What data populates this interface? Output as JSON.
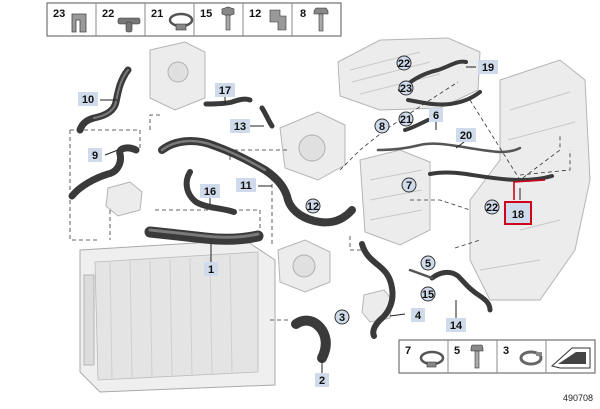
{
  "legend_top": {
    "items": [
      {
        "number": "23",
        "icon": "clip-icon"
      },
      {
        "number": "22",
        "icon": "t-connector-icon"
      },
      {
        "number": "21",
        "icon": "hose-clamp-icon"
      },
      {
        "number": "15",
        "icon": "flange-bolt-icon"
      },
      {
        "number": "12",
        "icon": "bracket-clip-icon"
      },
      {
        "number": "8",
        "icon": "hex-bolt-icon"
      }
    ]
  },
  "legend_bottom": {
    "items": [
      {
        "number": "7",
        "icon": "hose-clamp-icon"
      },
      {
        "number": "5",
        "icon": "screw-icon"
      },
      {
        "number": "3",
        "icon": "spring-clamp-icon"
      }
    ],
    "pointer": "pointer-arrow-icon"
  },
  "callouts": {
    "c1": "1",
    "c2": "2",
    "c3": "3",
    "c4": "4",
    "c5": "5",
    "c6": "6",
    "c7": "7",
    "c8": "8",
    "c9": "9",
    "c10": "10",
    "c11": "11",
    "c12": "12",
    "c13": "13",
    "c14": "14",
    "c15": "15",
    "c16": "16",
    "c17": "17",
    "c18": "18",
    "c19": "19",
    "c20": "20",
    "c21": "21",
    "c22a": "22",
    "c22b": "22",
    "c23": "23"
  },
  "image_code": "490708",
  "colors": {
    "tag_fill": "#cfdbea",
    "highlight": "#d0021b",
    "hose": "#3a3a3a"
  }
}
